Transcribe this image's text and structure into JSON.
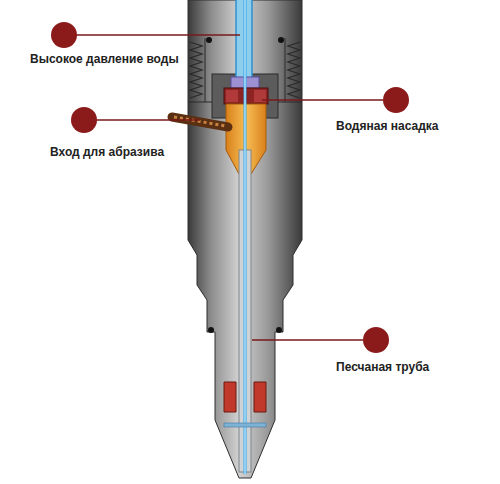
{
  "diagram": {
    "labels": [
      "Высокое давление воды",
      "Водяная насадка",
      "Вход для абразива",
      "Песчаная труба"
    ]
  }
}
